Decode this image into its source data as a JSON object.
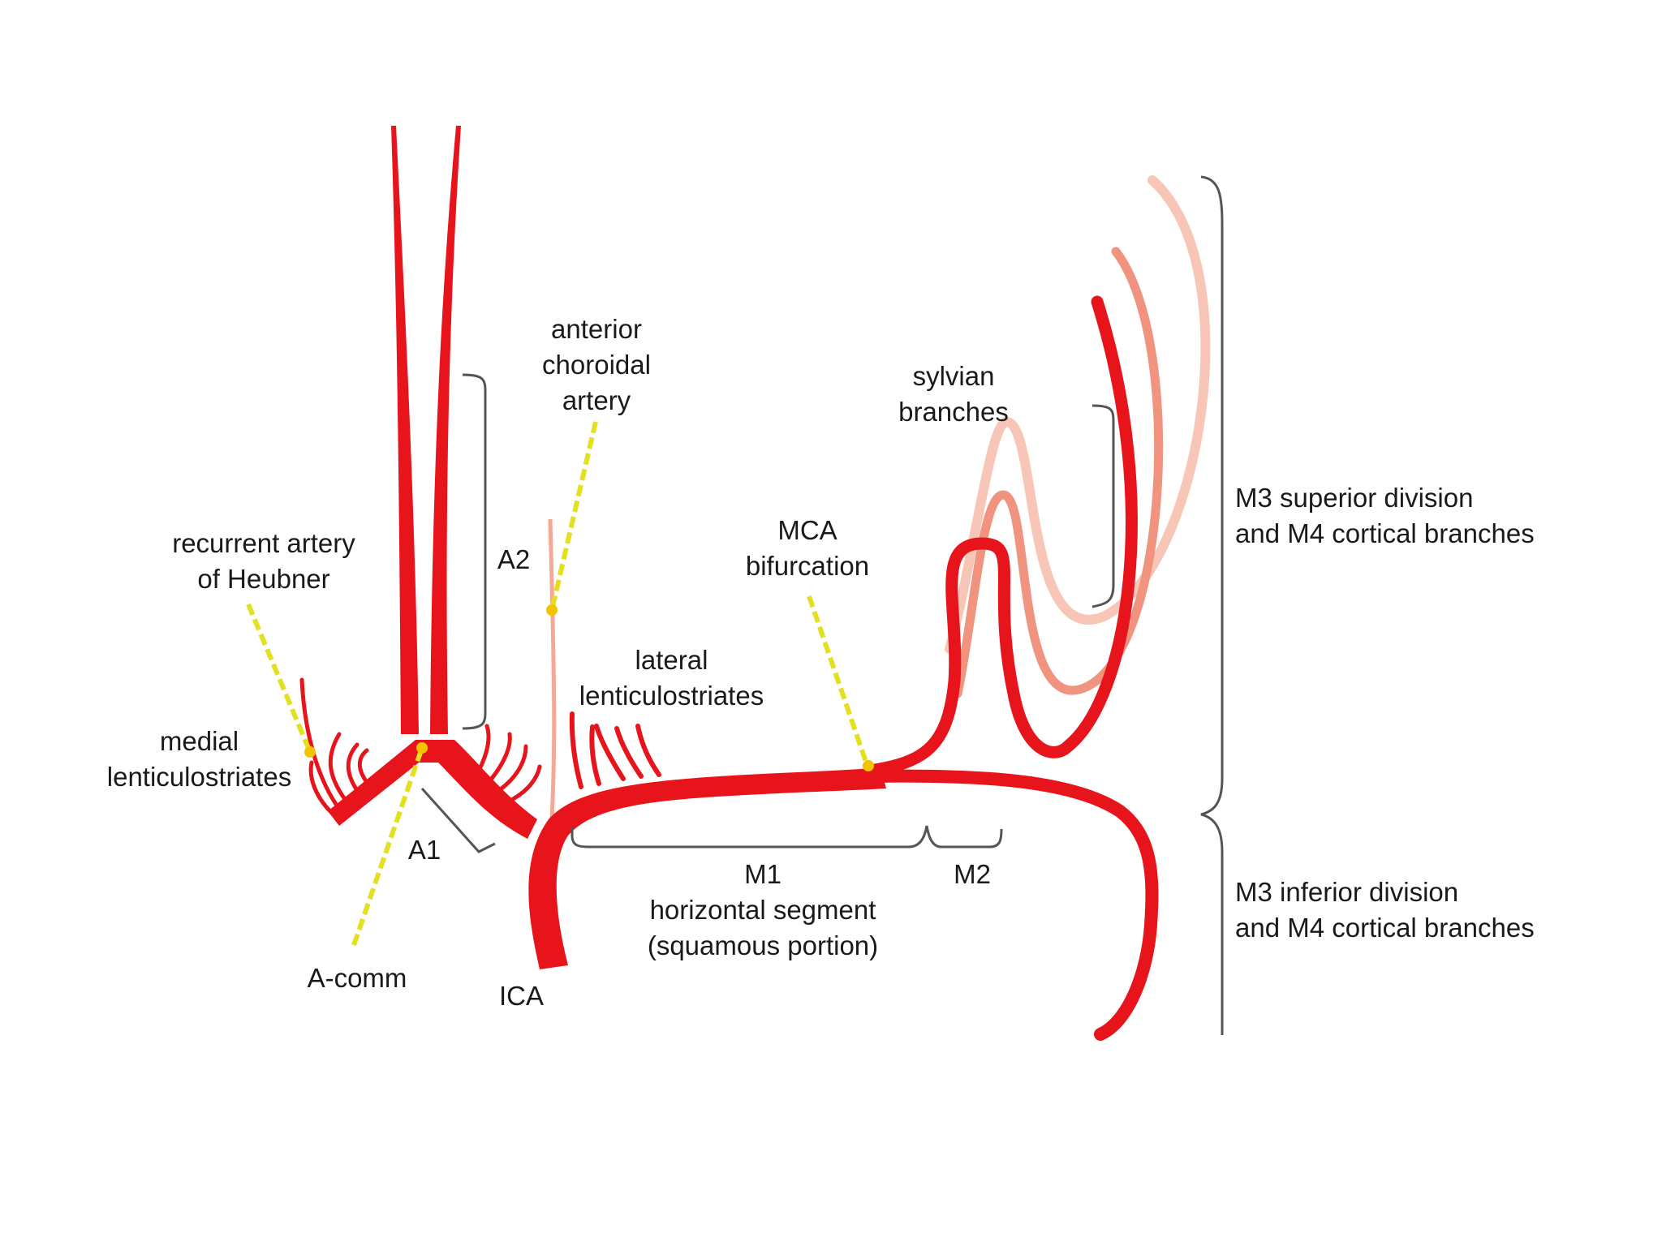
{
  "colors": {
    "artery": "#e8141c",
    "artery_faint_1": "#f0937f",
    "artery_faint_2": "#f8c6b6",
    "leader": "#e3e01f",
    "leader_dot": "#f2c400",
    "bracket": "#555555",
    "text": "#1a1a1a"
  },
  "labels": {
    "anterior_choroidal": [
      "anterior",
      "choroidal",
      "artery"
    ],
    "sylvian": [
      "sylvian",
      "branches"
    ],
    "heubner": [
      "recurrent artery",
      "of Heubner"
    ],
    "a2": "A2",
    "mca_bif": [
      "MCA",
      "bifurcation"
    ],
    "lateral_lenticulo": [
      "lateral",
      "lenticulostriates"
    ],
    "medial_lenticulo": [
      "medial",
      "lenticulostriates"
    ],
    "a1": "A1",
    "m1": [
      "M1",
      "horizontal segment",
      "(squamous portion)"
    ],
    "m2": "M2",
    "a_comm": "A-comm",
    "ica": "ICA",
    "m3_superior": [
      "M3 superior division",
      "and M4 cortical branches"
    ],
    "m3_inferior": [
      "M3 inferior division",
      "and M4 cortical branches"
    ]
  }
}
